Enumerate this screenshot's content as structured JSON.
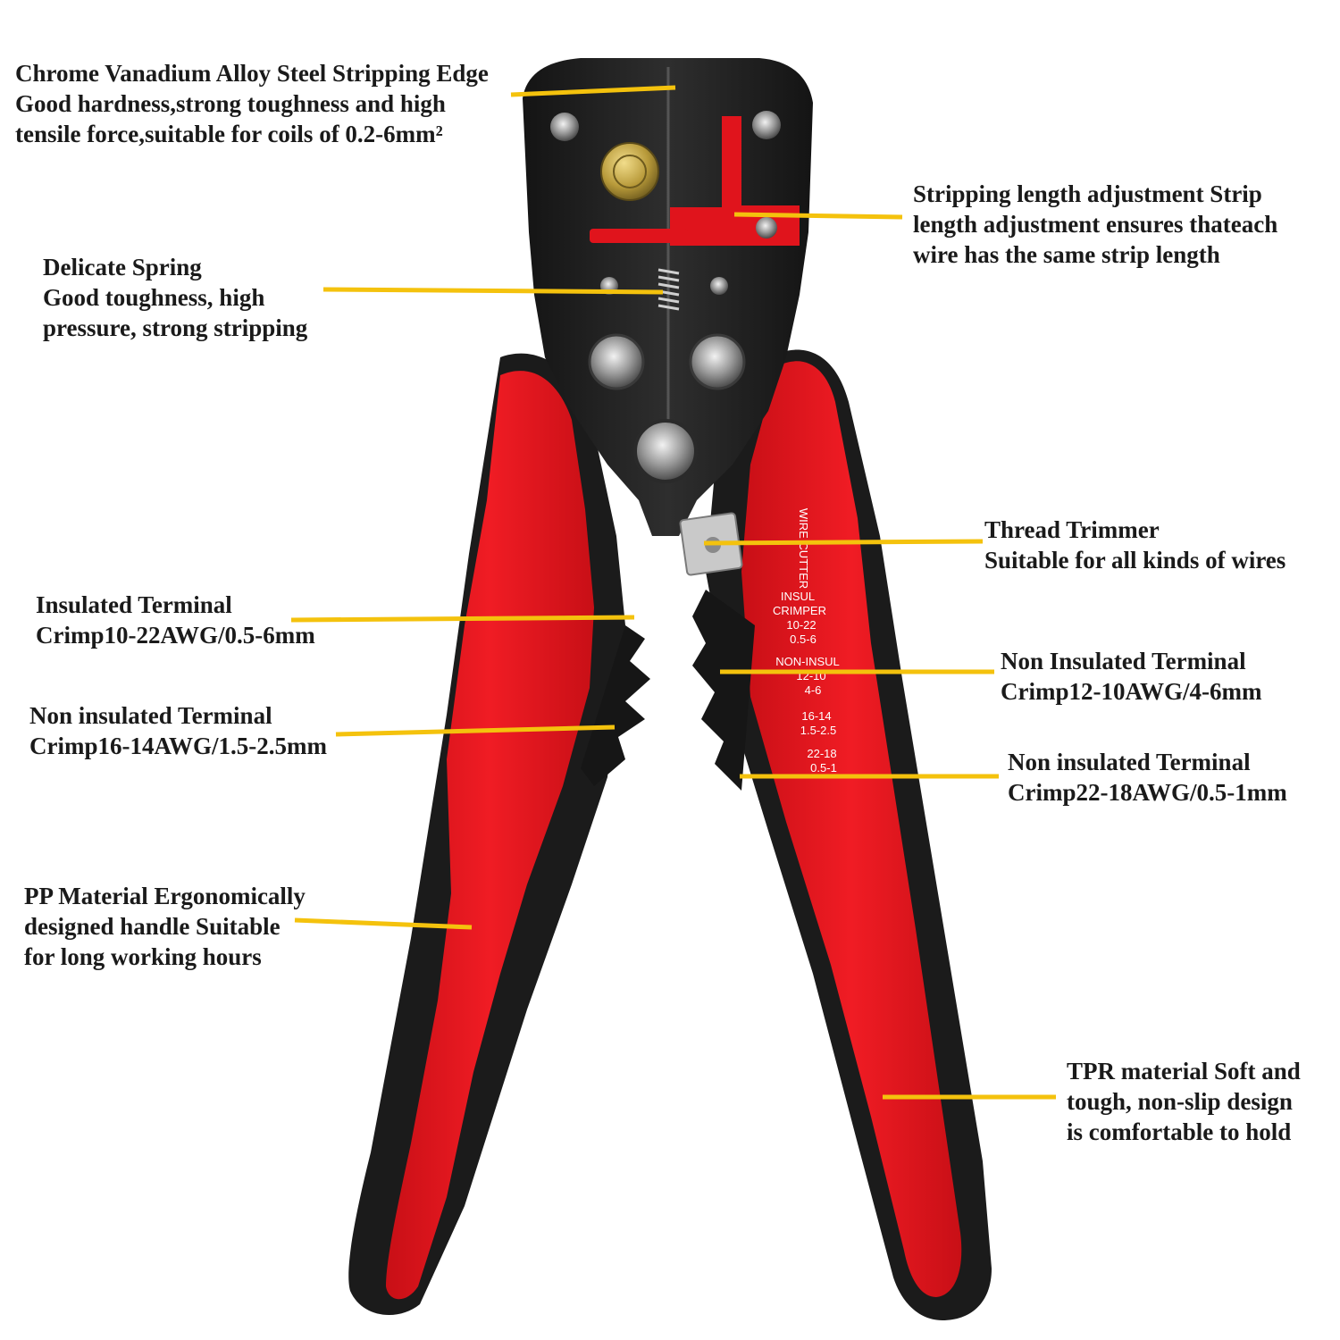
{
  "colors": {
    "background": "#ffffff",
    "text": "#1a1a1a",
    "leader_line": "#f4c20d",
    "handle_red": "#e8141c",
    "handle_black": "#1b1b1b",
    "steel_head": "#222222",
    "adjuster_red": "#e0141c",
    "brass_knob": "#b89a3a"
  },
  "tool_markings": {
    "wire_cutter": "WIRE CUTTER",
    "insul_crimper": [
      "INSUL",
      "CRIMPER",
      "10-22",
      "0.5-6"
    ],
    "non_insul": [
      "NON-INSUL",
      "12-10",
      "4-6"
    ],
    "size_16_14": [
      "16-14",
      "1.5-2.5"
    ],
    "size_22_18": [
      "22-18",
      "0.5-1"
    ]
  },
  "callouts": {
    "stripping_edge": [
      "Chrome Vanadium Alloy Steel Stripping Edge",
      "Good hardness,strong toughness and high",
      "tensile force,suitable for coils of 0.2-6mm²"
    ],
    "length_adjustment": [
      "Stripping length adjustment Strip",
      "length adjustment ensures thateach",
      "wire has the same strip length"
    ],
    "spring": [
      "Delicate Spring",
      "Good toughness, high",
      "pressure, strong stripping"
    ],
    "thread_trimmer": [
      "Thread Trimmer",
      "Suitable for all kinds of wires"
    ],
    "insulated_crimp": [
      "Insulated Terminal",
      "Crimp10-22AWG/0.5-6mm"
    ],
    "non_insulated_12_10": [
      "Non Insulated Terminal",
      "Crimp12-10AWG/4-6mm"
    ],
    "non_insulated_16_14": [
      "Non insulated Terminal",
      "Crimp16-14AWG/1.5-2.5mm"
    ],
    "non_insulated_22_18": [
      "Non insulated Terminal",
      "Crimp22-18AWG/0.5-1mm"
    ],
    "pp_handle": [
      "PP Material Ergonomically",
      "designed handle Suitable",
      "for long working hours"
    ],
    "tpr_material": [
      "TPR material Soft and",
      "tough, non-slip design",
      "is comfortable to hold"
    ]
  }
}
